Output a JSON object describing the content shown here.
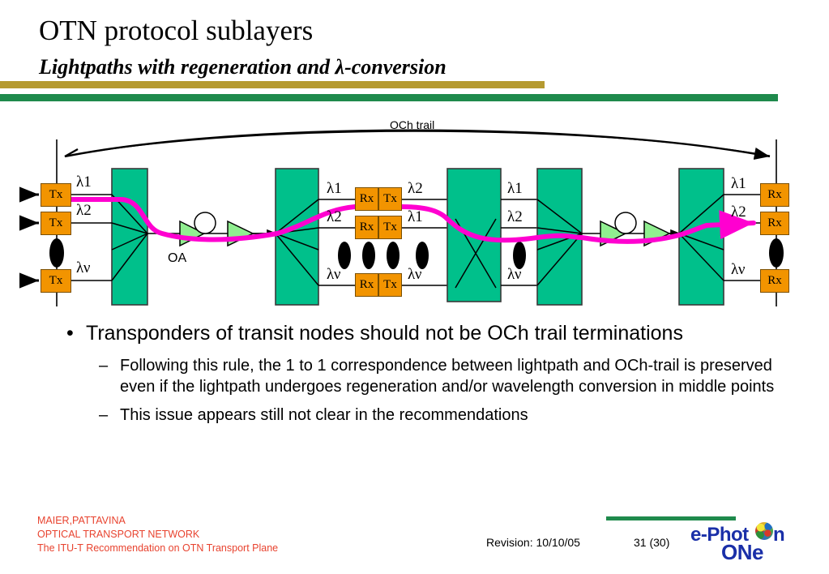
{
  "slide": {
    "title_line1": "OTN protocol sublayers",
    "title_line2": "Lightpaths with regeneration and λ-conversion",
    "accent_gold": "#b59a30",
    "accent_green": "#1f8a4c"
  },
  "diagram": {
    "och_trail_label": "OCh trail",
    "oa_label": "OA",
    "node_color": "#00C08B",
    "transponder_color": "#F29400",
    "lightpath_color": "#FF00D0",
    "amplifier_color": "#90EE90",
    "tx_label": "Tx",
    "rx_label": "Rx",
    "source_transponders": [
      {
        "label": "Tx",
        "wavelength": "λ1"
      },
      {
        "label": "Tx",
        "wavelength": "λ2"
      },
      {
        "label": "Tx",
        "wavelength": "λν"
      }
    ],
    "regenerator_rows": [
      {
        "in_wavelength": "λ1",
        "rx": "Rx",
        "tx": "Tx",
        "out_wavelength": "λ2"
      },
      {
        "in_wavelength": "λ2",
        "rx": "Rx",
        "tx": "Tx",
        "out_wavelength": "λ1"
      },
      {
        "in_wavelength": "λν",
        "rx": "Rx",
        "tx": "Tx",
        "out_wavelength": "λν"
      }
    ],
    "oxc_out_wavelengths": [
      "λ1",
      "λ2",
      "λν"
    ],
    "destination_transponders": [
      {
        "label": "Rx",
        "wavelength": "λ1"
      },
      {
        "label": "Rx",
        "wavelength": "λ2"
      },
      {
        "label": "Rx",
        "wavelength": "λν"
      }
    ]
  },
  "body": {
    "bullet_char": "•",
    "dash_char": "–",
    "level1": "Transponders of transit nodes should not be OCh trail terminations",
    "level2": [
      "Following this rule, the 1 to 1 correspondence between lightpath and OCh-trail is preserved even if the lightpath undergoes regeneration and/or wavelength conversion in middle points",
      "This issue appears still not clear in the recommendations"
    ]
  },
  "footer": {
    "authors": "MAIER,PATTAVINA",
    "course": "OPTICAL TRANSPORT NETWORK",
    "subtitle": "The ITU-T Recommendation on OTN Transport Plane",
    "revision": "Revision: 10/10/05",
    "page": "31 (30)",
    "logo_line1": "e-Phot",
    "logo_line1_tail": "n",
    "logo_line2": "ONe",
    "footer_color": "#E8432F",
    "logo_color": "#1a2fa8"
  }
}
